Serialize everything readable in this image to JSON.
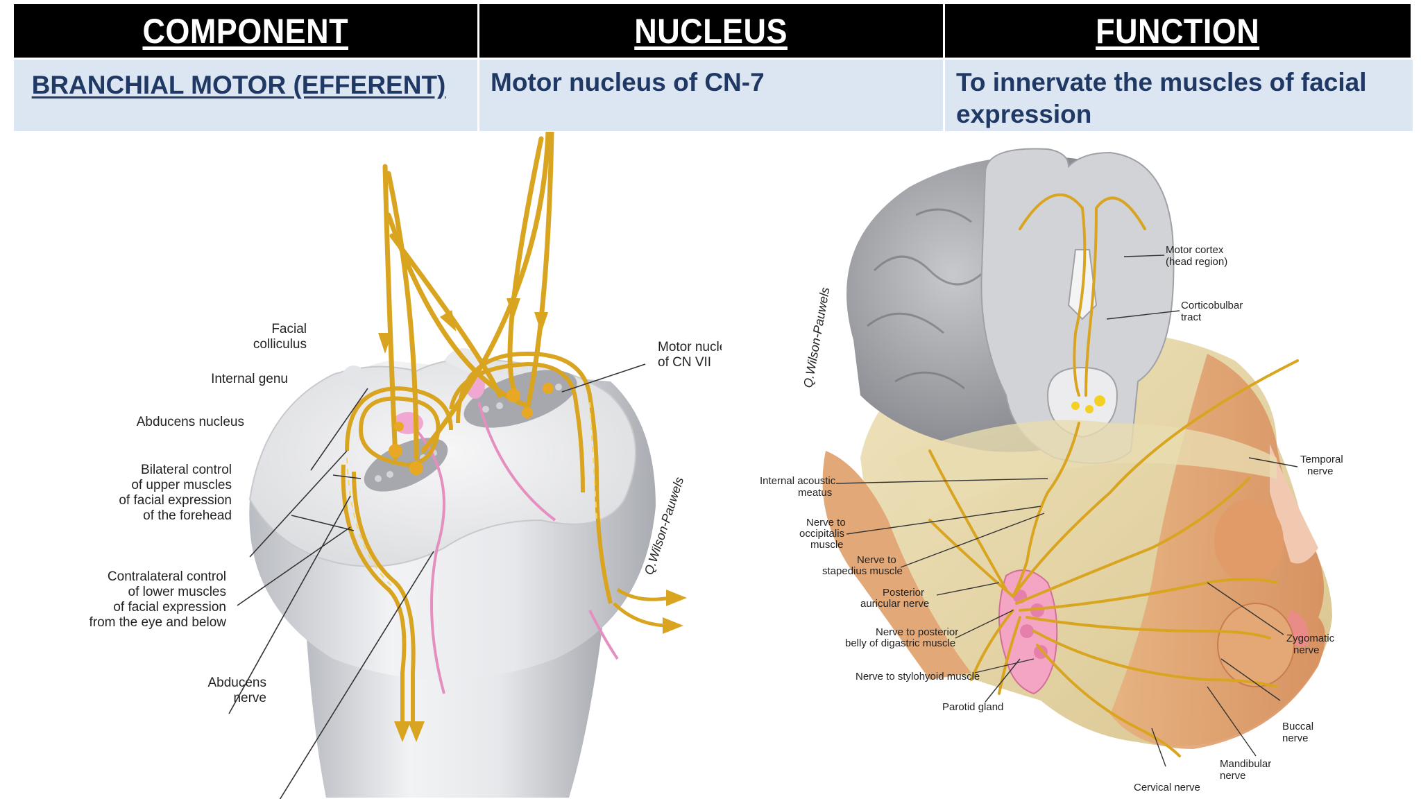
{
  "table": {
    "headers": [
      "COMPONENT",
      "NUCLEUS",
      "FUNCTION"
    ],
    "row": {
      "component": "BRANCHIAL MOTOR (EFFERENT)",
      "nucleus": "Motor nucleus of CN-7",
      "function_line1": "To innervate the muscles of facial",
      "function_line2": "expression"
    }
  },
  "left_figure": {
    "labels": {
      "facial_colliculus_1": "Facial",
      "facial_colliculus_2": "colliculus",
      "internal_genu": "Internal genu",
      "abducens_nucleus": "Abducens nucleus",
      "bilateral_1": "Bilateral control",
      "bilateral_2": "of upper muscles",
      "bilateral_3": "of facial expression",
      "bilateral_4": "of the forehead",
      "contralateral_1": "Contralateral control",
      "contralateral_2": "of lower muscles",
      "contralateral_3": "of facial expression",
      "contralateral_4": "from the eye and below",
      "abducens_nerve_1": "Abducens",
      "abducens_nerve_2": "nerve",
      "motor_nucleus_1": "Motor nucleus",
      "motor_nucleus_2": "of CN VII"
    }
  },
  "right_figure": {
    "labels": {
      "motor_cortex_1": "Motor cortex",
      "motor_cortex_2": "(head region)",
      "corticobulbar_1": "Corticobulbar",
      "corticobulbar_2": "tract",
      "internal_acoustic_1": "Internal acoustic",
      "internal_acoustic_2": "meatus",
      "occipitalis_1": "Nerve to",
      "occipitalis_2": "occipitalis",
      "occipitalis_3": "muscle",
      "stapedius_1": "Nerve to",
      "stapedius_2": "stapedius muscle",
      "posterior_auricular_1": "Posterior",
      "posterior_auricular_2": "auricular nerve",
      "digastric_1": "Nerve to posterior",
      "digastric_2": "belly of digastric muscle",
      "stylohyoid": "Nerve to stylohyoid muscle",
      "parotid": "Parotid gland",
      "temporal_1": "Temporal",
      "temporal_2": "nerve",
      "zygomatic_1": "Zygomatic",
      "zygomatic_2": "nerve",
      "buccal_1": "Buccal",
      "buccal_2": "nerve",
      "mandibular_1": "Mandibular",
      "mandibular_2": "nerve",
      "cervical": "Cervical nerve"
    }
  },
  "colors": {
    "header_bg": "#000000",
    "cell_bg": "#dce6f2",
    "cell_text": "#1f3864",
    "nerve": "#d9a520",
    "pink": "#e58fc0"
  }
}
